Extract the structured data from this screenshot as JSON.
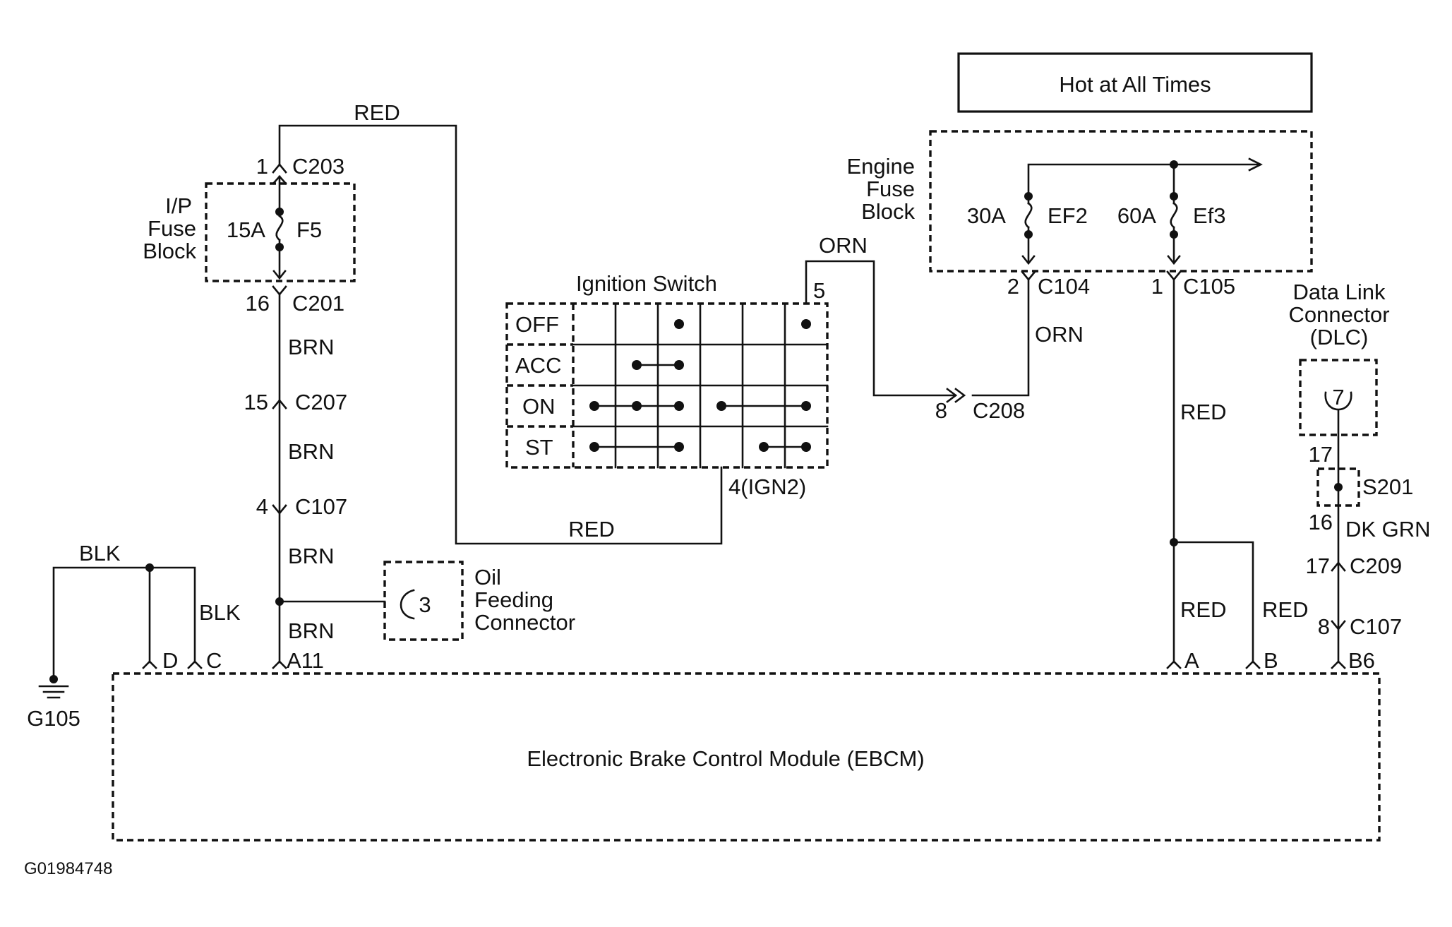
{
  "hot_box": {
    "label": "Hot at All Times"
  },
  "ip_fuse_block": {
    "label_lines": [
      "I/P",
      "Fuse",
      "Block"
    ],
    "fuse_rating": "15A",
    "fuse_id": "F5"
  },
  "engine_fuse_block": {
    "label_lines": [
      "Engine",
      "Fuse",
      "Block"
    ],
    "fuses": [
      {
        "rating": "30A",
        "id": "EF2"
      },
      {
        "rating": "60A",
        "id": "Ef3"
      }
    ]
  },
  "ignition_switch": {
    "title": "Ignition Switch",
    "rows": [
      "OFF",
      "ACC",
      "ON",
      "ST"
    ],
    "pin_top": "5",
    "pin_bottom": "4(IGN2)"
  },
  "dlc": {
    "label_lines": [
      "Data Link",
      "Connector",
      "(DLC)"
    ],
    "pin": "7"
  },
  "oil_connector": {
    "label_lines": [
      "Oil",
      "Feeding",
      "Connector"
    ],
    "pin": "3"
  },
  "ebcm": {
    "label": "Electronic Brake Control Module (EBCM)"
  },
  "ground": {
    "label": "G105"
  },
  "connectors": {
    "c203": {
      "pin": "1",
      "name": "C203"
    },
    "c201": {
      "pin": "16",
      "name": "C201"
    },
    "c207": {
      "pin": "15",
      "name": "C207"
    },
    "c107_left": {
      "pin": "4",
      "name": "C107"
    },
    "c208": {
      "pin": "8",
      "name": "C208"
    },
    "c104": {
      "pin": "2",
      "name": "C104"
    },
    "c105": {
      "pin": "1",
      "name": "C105"
    },
    "s201": {
      "pin_top": "17",
      "name": "S201",
      "pin_bottom": "16"
    },
    "c209": {
      "pin": "17",
      "name": "C209"
    },
    "c107_right": {
      "pin": "8",
      "name": "C107"
    }
  },
  "ebcm_pins": {
    "d": "D",
    "c": "C",
    "a11": "A11",
    "a": "A",
    "b": "B",
    "b6": "B6"
  },
  "wire_colors": {
    "red_top": "RED",
    "brn_1": "BRN",
    "brn_2": "BRN",
    "brn_3": "BRN",
    "brn_4": "BRN",
    "red_ign": "RED",
    "orn_top": "ORN",
    "orn_c104": "ORN",
    "red_c105": "RED",
    "red_a": "RED",
    "red_b": "RED",
    "blk_top": "BLK",
    "blk_side": "BLK",
    "dk_grn": "DK GRN"
  },
  "figure_id": "G01984748"
}
